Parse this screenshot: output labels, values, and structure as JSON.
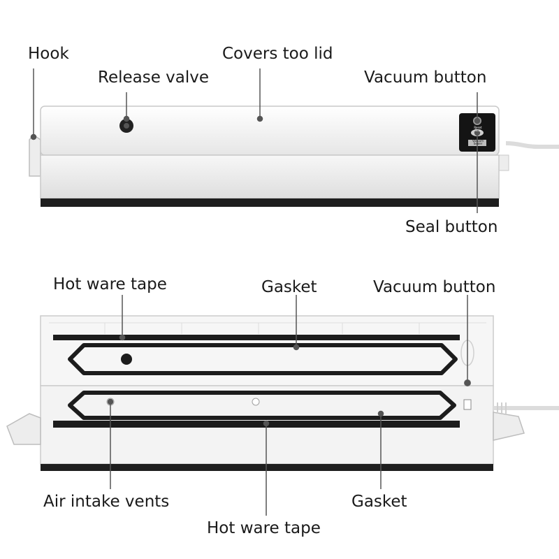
{
  "top_view": {
    "labels": {
      "hook": "Hook",
      "covers_lid": "Covers too lid",
      "release_valve": "Release valve",
      "vacuum_button": "Vacuum button",
      "seal_button": "Seal button"
    },
    "panel_text": {
      "button_1": "Reset\nStop",
      "button_2": "Vacuum\nSealer"
    }
  },
  "open_view": {
    "labels": {
      "hot_ware_tape_top": "Hot ware tape",
      "gasket_top": "Gasket",
      "vacuum_button": "Vacuum button",
      "air_intake_vents": "Air intake vents",
      "gasket_bottom": "Gasket",
      "hot_ware_tape_bottom": "Hot ware tape"
    }
  },
  "colors": {
    "body": "#f4f4f4",
    "outline": "#c9c9c9",
    "gasket": "#1c1c1c",
    "leader": "#555555"
  }
}
